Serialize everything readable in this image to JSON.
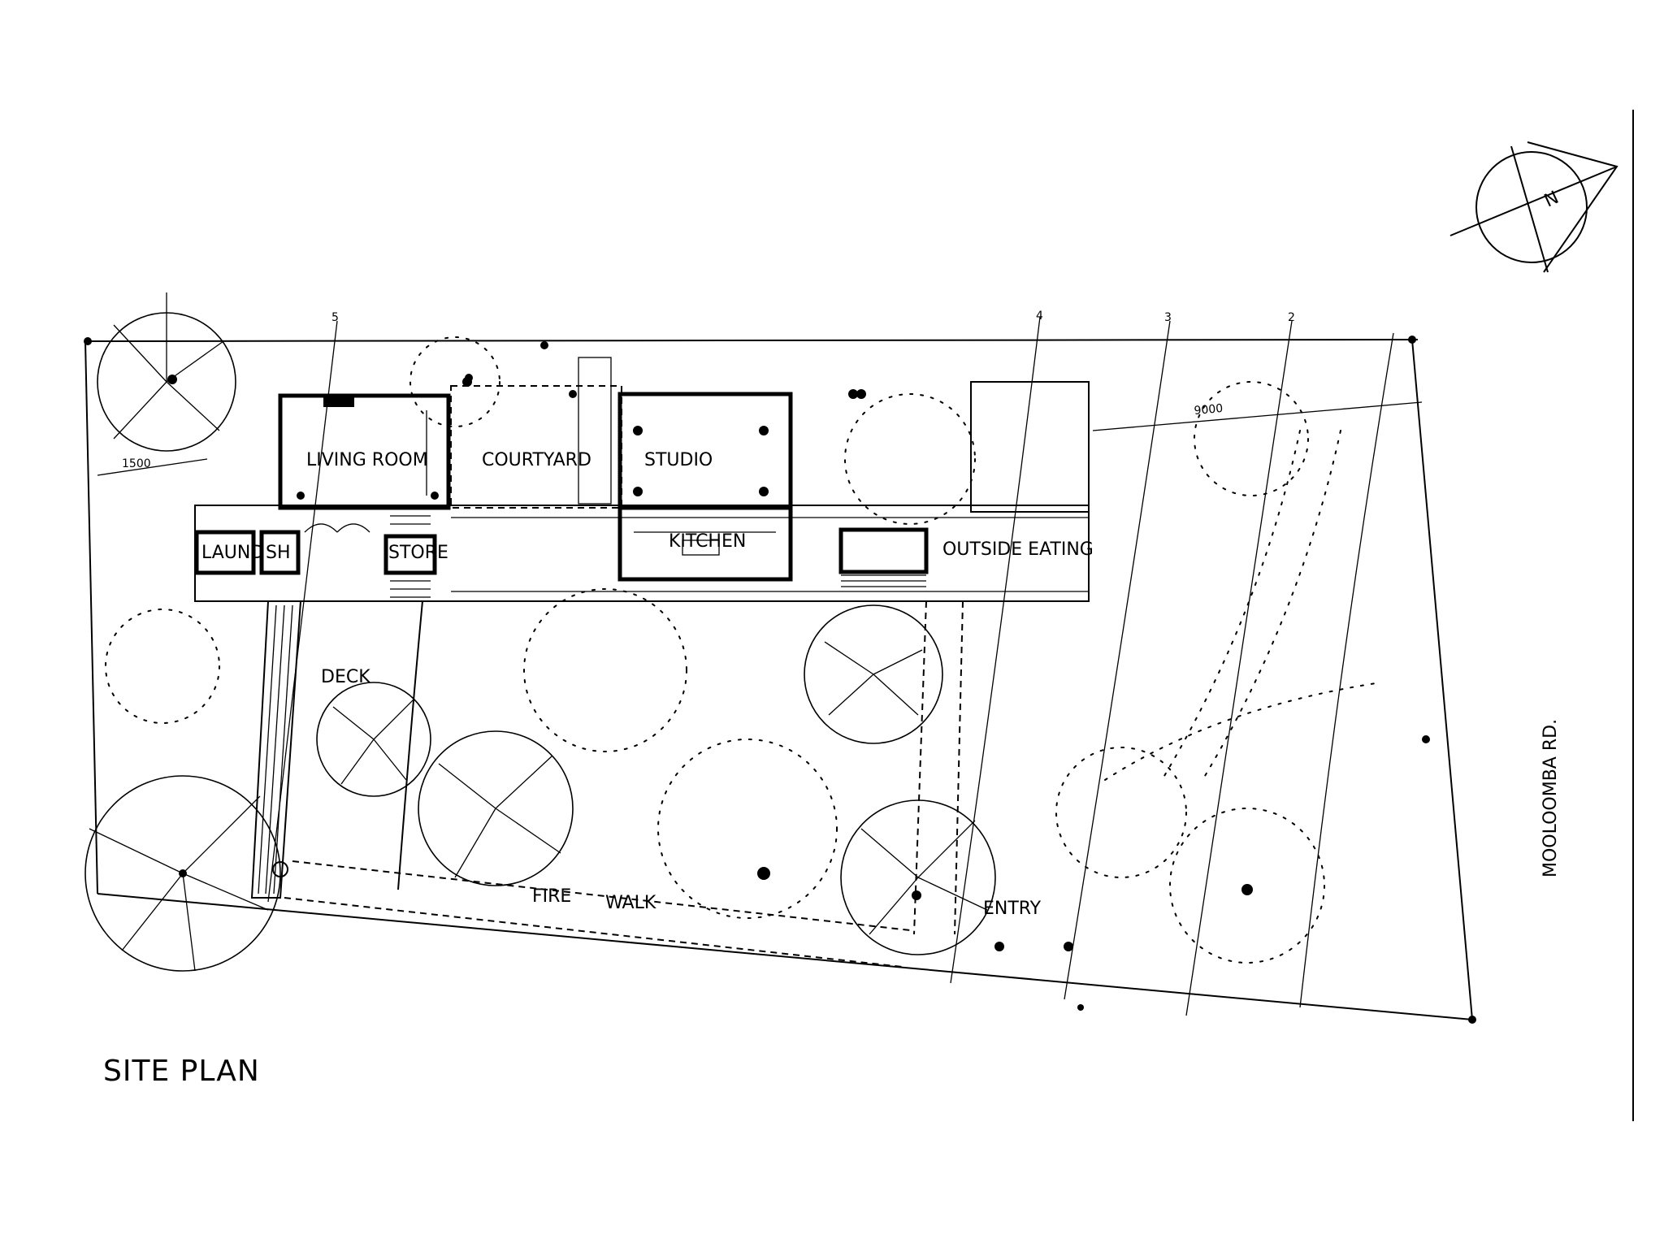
{
  "title": "SITE PLAN",
  "road_label": "MOOLOOMBA RD.",
  "north_label": "N",
  "rooms": {
    "living_room": "LIVING ROOM",
    "courtyard": "COURTYARD",
    "studio": "STUDIO",
    "kitchen": "KITCHEN",
    "outside_eating": "OUTSIDE EATING",
    "laund": "LAUND",
    "sh": "SH",
    "store": "STORE",
    "deck": "DECK",
    "fire_walk_1": "FIRE",
    "fire_walk_2": "WALK",
    "entry": "ENTRY"
  },
  "dimensions": {
    "left": "1500",
    "right": "9000"
  },
  "grid_marks": [
    "5",
    "4",
    "3",
    "2"
  ]
}
